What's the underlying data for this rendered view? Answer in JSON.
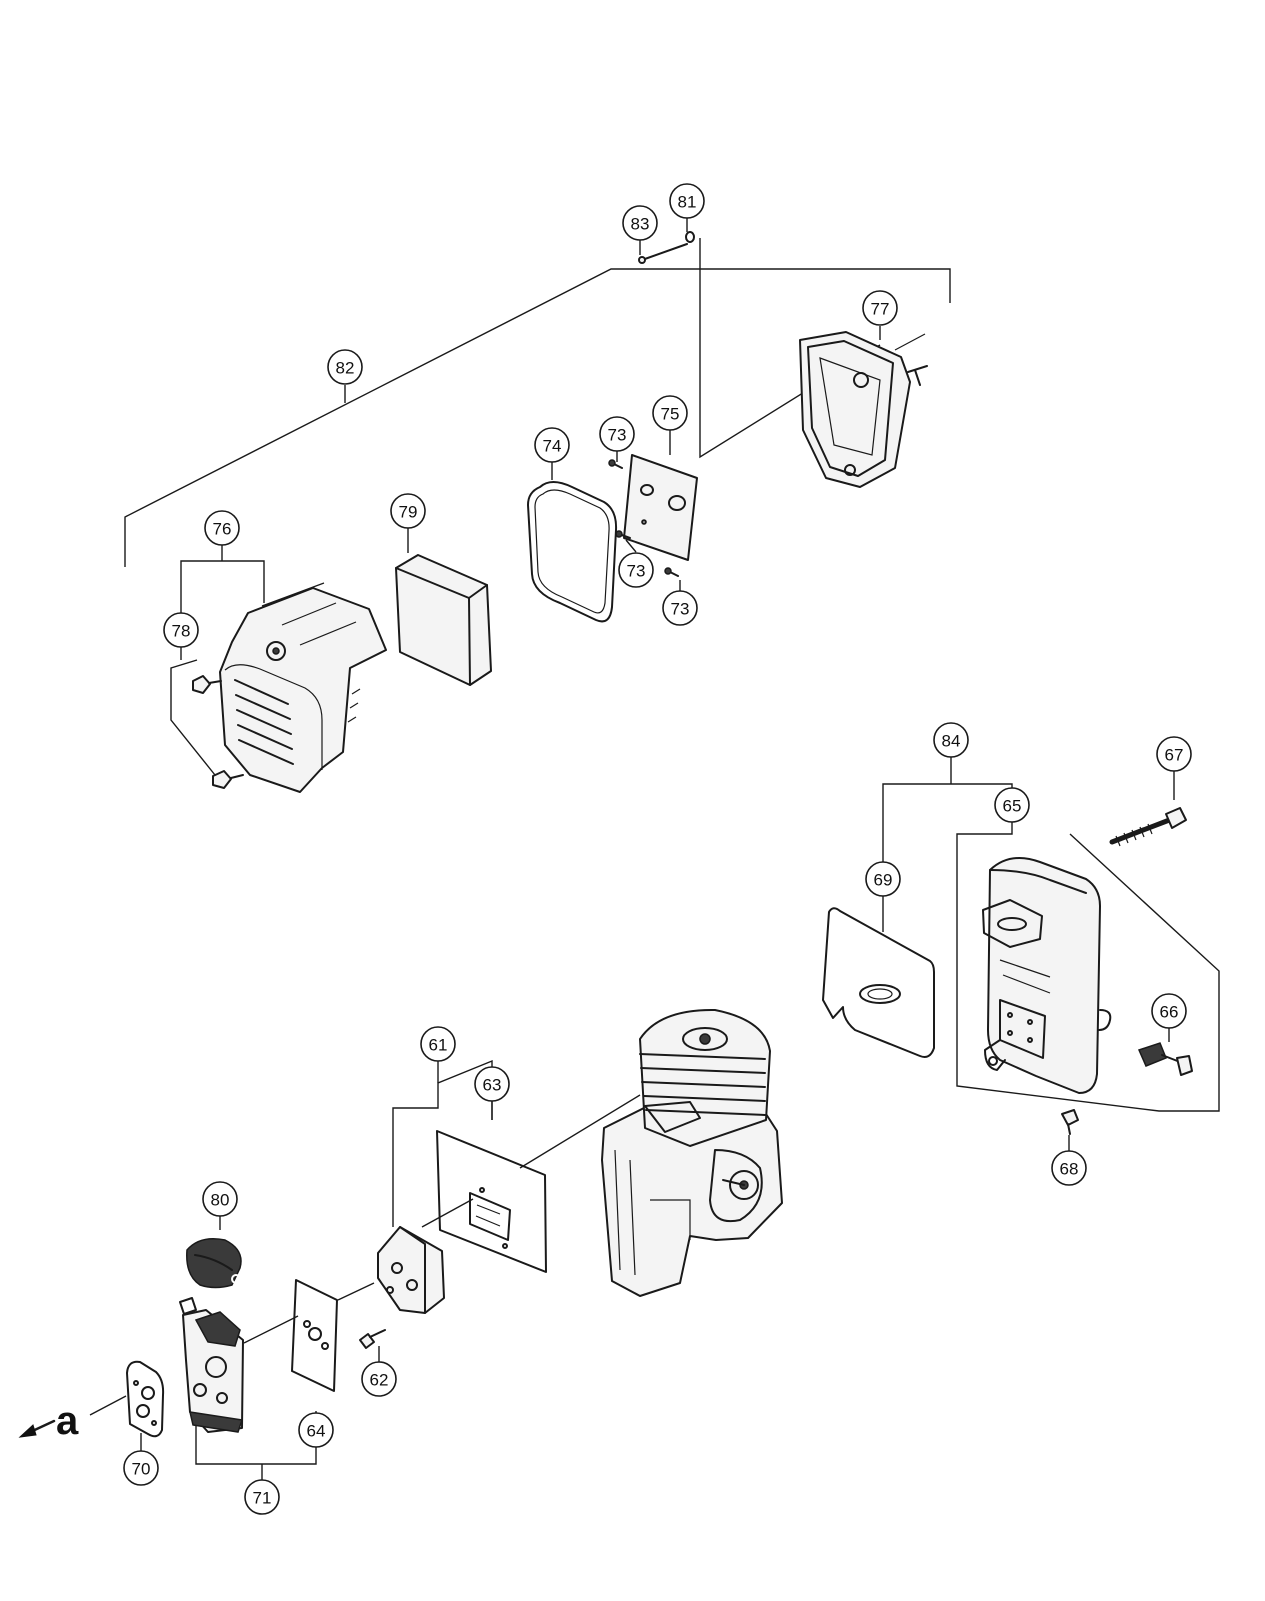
{
  "diagram": {
    "callouts": [
      {
        "id": "83",
        "label": "83"
      },
      {
        "id": "81",
        "label": "81"
      },
      {
        "id": "82",
        "label": "82"
      },
      {
        "id": "77",
        "label": "77"
      },
      {
        "id": "75",
        "label": "75"
      },
      {
        "id": "73a",
        "label": "73"
      },
      {
        "id": "74",
        "label": "74"
      },
      {
        "id": "79",
        "label": "79"
      },
      {
        "id": "76",
        "label": "76"
      },
      {
        "id": "78",
        "label": "78"
      },
      {
        "id": "73b",
        "label": "73"
      },
      {
        "id": "73c",
        "label": "73"
      },
      {
        "id": "84",
        "label": "84"
      },
      {
        "id": "67",
        "label": "67"
      },
      {
        "id": "65",
        "label": "65"
      },
      {
        "id": "69",
        "label": "69"
      },
      {
        "id": "66",
        "label": "66"
      },
      {
        "id": "68",
        "label": "68"
      },
      {
        "id": "61",
        "label": "61"
      },
      {
        "id": "63",
        "label": "63"
      },
      {
        "id": "80",
        "label": "80"
      },
      {
        "id": "62",
        "label": "62"
      },
      {
        "id": "64",
        "label": "64"
      },
      {
        "id": "70",
        "label": "70"
      },
      {
        "id": "71",
        "label": "71"
      }
    ],
    "direction_label": "a"
  }
}
